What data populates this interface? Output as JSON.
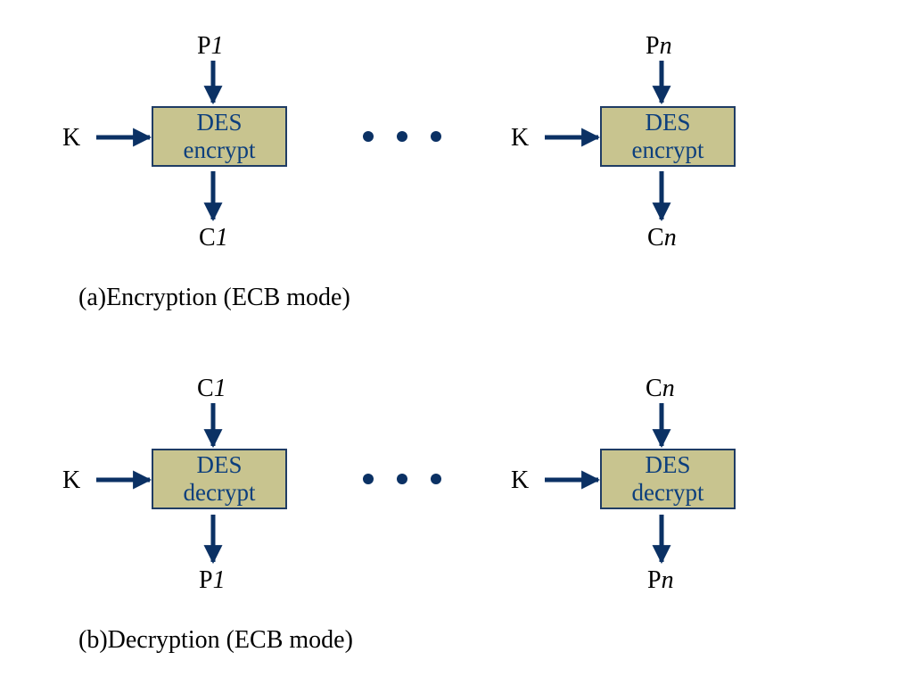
{
  "encryption": {
    "block1": {
      "input_prefix": "P",
      "input_index": "1",
      "key": "K",
      "line1": "DES",
      "line2": "encrypt",
      "output_prefix": "C",
      "output_index": "1"
    },
    "blockn": {
      "input_prefix": "P",
      "input_index": "n",
      "key": "K",
      "line1": "DES",
      "line2": "encrypt",
      "output_prefix": "C",
      "output_index": "n"
    },
    "caption": "(a)Encryption (ECB mode)"
  },
  "decryption": {
    "block1": {
      "input_prefix": "C",
      "input_index": "1",
      "key": "K",
      "line1": "DES",
      "line2": "decrypt",
      "output_prefix": "P",
      "output_index": "1"
    },
    "blockn": {
      "input_prefix": "C",
      "input_index": "n",
      "key": "K",
      "line1": "DES",
      "line2": "decrypt",
      "output_prefix": "P",
      "output_index": "n"
    },
    "caption": "(b)Decryption (ECB mode)"
  },
  "colors": {
    "box_fill": "#c8c48f",
    "box_border": "#1f3c64",
    "arrow": "#0b3164",
    "box_text": "#0d3f7d"
  }
}
